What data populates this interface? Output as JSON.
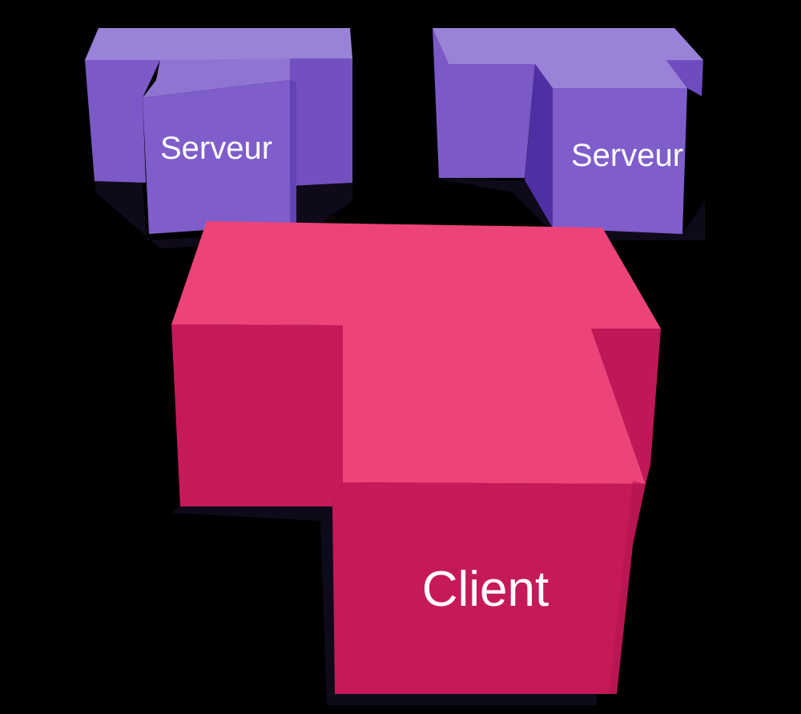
{
  "blocks": [
    {
      "label": "Serveur",
      "role": "server"
    },
    {
      "label": "Serveur",
      "role": "server"
    },
    {
      "label": "Client",
      "role": "client"
    }
  ],
  "colors": {
    "background": "#000000",
    "server_top": "#9a82d8",
    "server_front": "#7b59c6",
    "server_side": "#6342b4",
    "server_dark": "#4f2fa3",
    "client_top": "#ec4379",
    "client_front": "#c6195a",
    "client_side": "#a8124c",
    "shadow": "#1c1230",
    "label": "#ffffff"
  }
}
